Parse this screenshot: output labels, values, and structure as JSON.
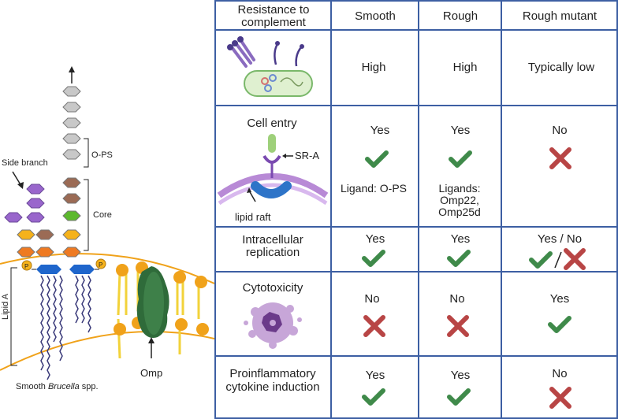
{
  "left_panel": {
    "labels": {
      "side_branch": "Side branch",
      "o_ps": "O-PS",
      "core": "Core",
      "lipid_a": "Lipid A",
      "omp": "Omp",
      "phosphate": "P",
      "caption_prefix": "Smooth ",
      "caption_italic": "Brucella",
      "caption_suffix": " spp."
    },
    "colors": {
      "hex_gray": "#c8c8c8",
      "hex_brown": "#9b6b55",
      "hex_green": "#5cb82e",
      "hex_yellow": "#f5b21b",
      "hex_orange": "#ee7a22",
      "hex_purple": "#9966cc",
      "lipid_blue": "#1f66cc",
      "chain_navy": "#3a3a7a",
      "membrane_orange": "#f0a21a",
      "membrane_tail": "#f2d23a",
      "omp_green": "#2f6b3a"
    }
  },
  "table": {
    "header": {
      "col1_line1": "Resistance to",
      "col1_line2": "complement",
      "col2": "Smooth",
      "col3": "Rough",
      "col4": "Rough mutant"
    },
    "rows": {
      "complement": {
        "smooth": "High",
        "rough": "High",
        "rough_mutant": "Typically low"
      },
      "cell_entry": {
        "title": "Cell entry",
        "sr_a": "SR-A",
        "lipid_raft": "lipid raft",
        "smooth": "Yes",
        "smooth_ligand": "Ligand: O-PS",
        "rough": "Yes",
        "rough_ligand_1": "Ligands:",
        "rough_ligand_2": "Omp22,",
        "rough_ligand_3": "Omp25d",
        "rough_mutant": "No"
      },
      "replication": {
        "title_1": "Intracellular",
        "title_2": "replication",
        "smooth": "Yes",
        "rough": "Yes",
        "rough_mutant": "Yes / No"
      },
      "cytotoxicity": {
        "title": "Cytotoxicity",
        "smooth": "No",
        "rough": "No",
        "rough_mutant": "Yes"
      },
      "cytokine": {
        "title_1": "Proinflammatory",
        "title_2": "cytokine induction",
        "smooth": "Yes",
        "rough": "Yes",
        "rough_mutant": "No"
      }
    },
    "colors": {
      "border": "#3d5fa3",
      "check": "#3f8a4a",
      "cross": "#b84545"
    }
  }
}
